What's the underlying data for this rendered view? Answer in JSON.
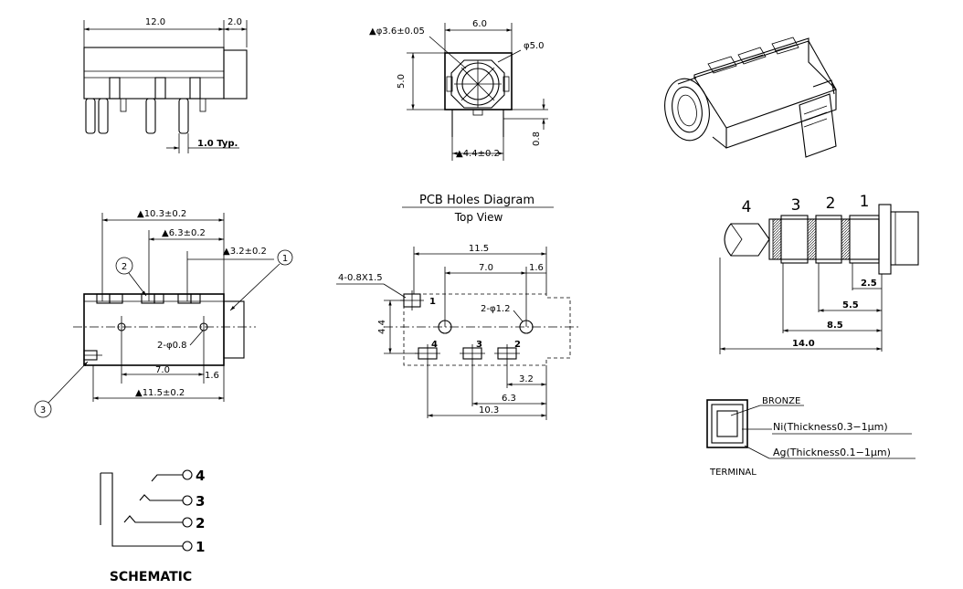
{
  "side_view": {
    "dim_width": "12.0",
    "dim_front": "2.0",
    "dim_pin": "1.0 Typ."
  },
  "front_view": {
    "dim_hole": "▲φ3.6±0.05",
    "dim_top": "6.0",
    "dim_outer": "φ5.0",
    "dim_height": "5.0",
    "dim_pins": "▲4.4±0.2",
    "dim_pin_len": "0.8"
  },
  "bottom_view": {
    "dim_a": "▲10.3±0.2",
    "dim_b": "▲6.3±0.2",
    "dim_c": "▲3.2±0.2",
    "dim_holes": "2-φ0.8",
    "dim_d": "7.0",
    "dim_e": "1.6",
    "dim_f": "▲11.5±0.2",
    "markers": [
      "1",
      "2",
      "3"
    ]
  },
  "pcb": {
    "title": "PCB Holes Diagram",
    "subtitle": "Top View",
    "dim_115": "11.5",
    "dim_70": "7.0",
    "dim_16": "1.6",
    "slot_label": "4-0.8X1.5",
    "hole_label": "2-φ1.2",
    "dim_44": "4.4",
    "dim_32": "3.2",
    "dim_63": "6.3",
    "dim_103": "10.3",
    "pins": [
      "1",
      "2",
      "3",
      "4"
    ]
  },
  "plug": {
    "contacts": [
      "4",
      "3",
      "2",
      "1"
    ],
    "dim_25": "2.5",
    "dim_55": "5.5",
    "dim_85": "8.5",
    "dim_140": "14.0"
  },
  "terminal": {
    "bronze": "BRONZE",
    "ni": "Ni(Thickness0.3−1μm)",
    "ag": "Ag(Thickness0.1−1μm)",
    "caption": "TERMINAL"
  },
  "schematic": {
    "pins": [
      "4",
      "3",
      "2",
      "1"
    ],
    "caption": "SCHEMATIC"
  }
}
